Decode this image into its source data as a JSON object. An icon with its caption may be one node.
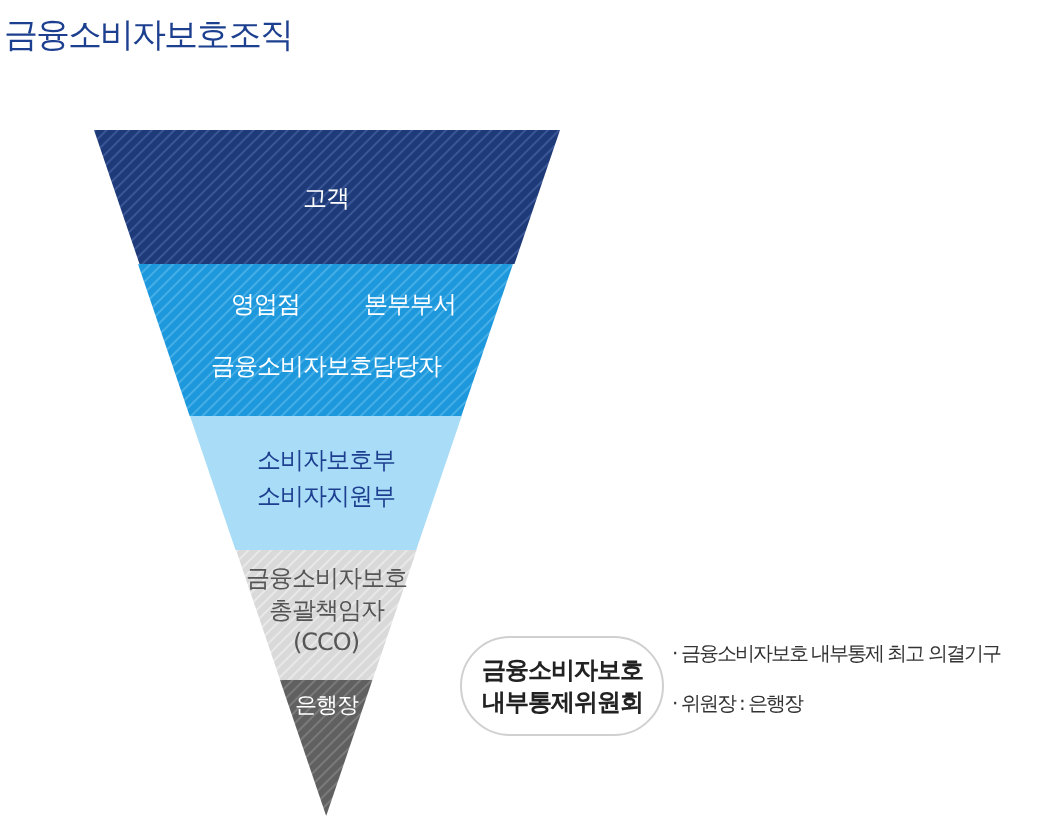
{
  "diagram": {
    "title": "금융소비자보호조직",
    "nodes": [
      {
        "text": [
          "고객"
        ]
      },
      {
        "text": [
          "영업점",
          "본부부서",
          "금융소비자보호담당자"
        ]
      },
      {
        "text": [
          "소비자보호부",
          "소비자지원부"
        ]
      },
      {
        "text": [
          "금융소비자보호 총괄책임자 (CCO)"
        ]
      },
      {
        "text": [
          "은행장"
        ]
      },
      {
        "text": [
          "금융소비자보호 내부통제위원회"
        ],
        "beside": [
          "· 금융소비자보호 내부통제 최고 의결기구",
          "· 위원장 : 은행장"
        ]
      }
    ]
  }
}
